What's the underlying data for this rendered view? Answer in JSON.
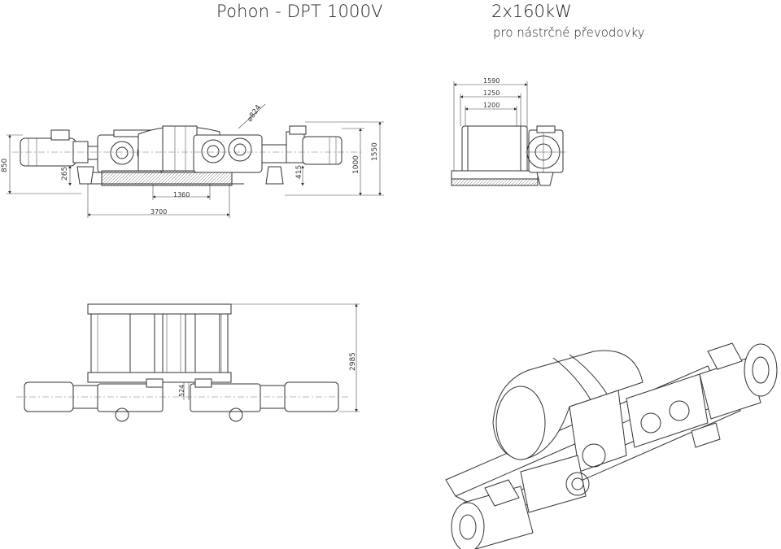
{
  "header": {
    "title": "Pohon - DPT 1000V",
    "power": "2x160kW",
    "subtitle": "pro nástrčné převodovky"
  },
  "front_view": {
    "dims": {
      "d_roll": "⌀824",
      "h_850": "850",
      "h_265": "265",
      "h_415": "415",
      "h_1000": "1000",
      "h_1550": "1550",
      "w_1360": "1360",
      "w_3700": "3700"
    }
  },
  "side_view": {
    "dims": {
      "w_1590": "1590",
      "w_1250": "1250",
      "w_1200": "1200"
    }
  },
  "top_view": {
    "dims": {
      "l_2985": "2985",
      "g_524": "524"
    }
  }
}
